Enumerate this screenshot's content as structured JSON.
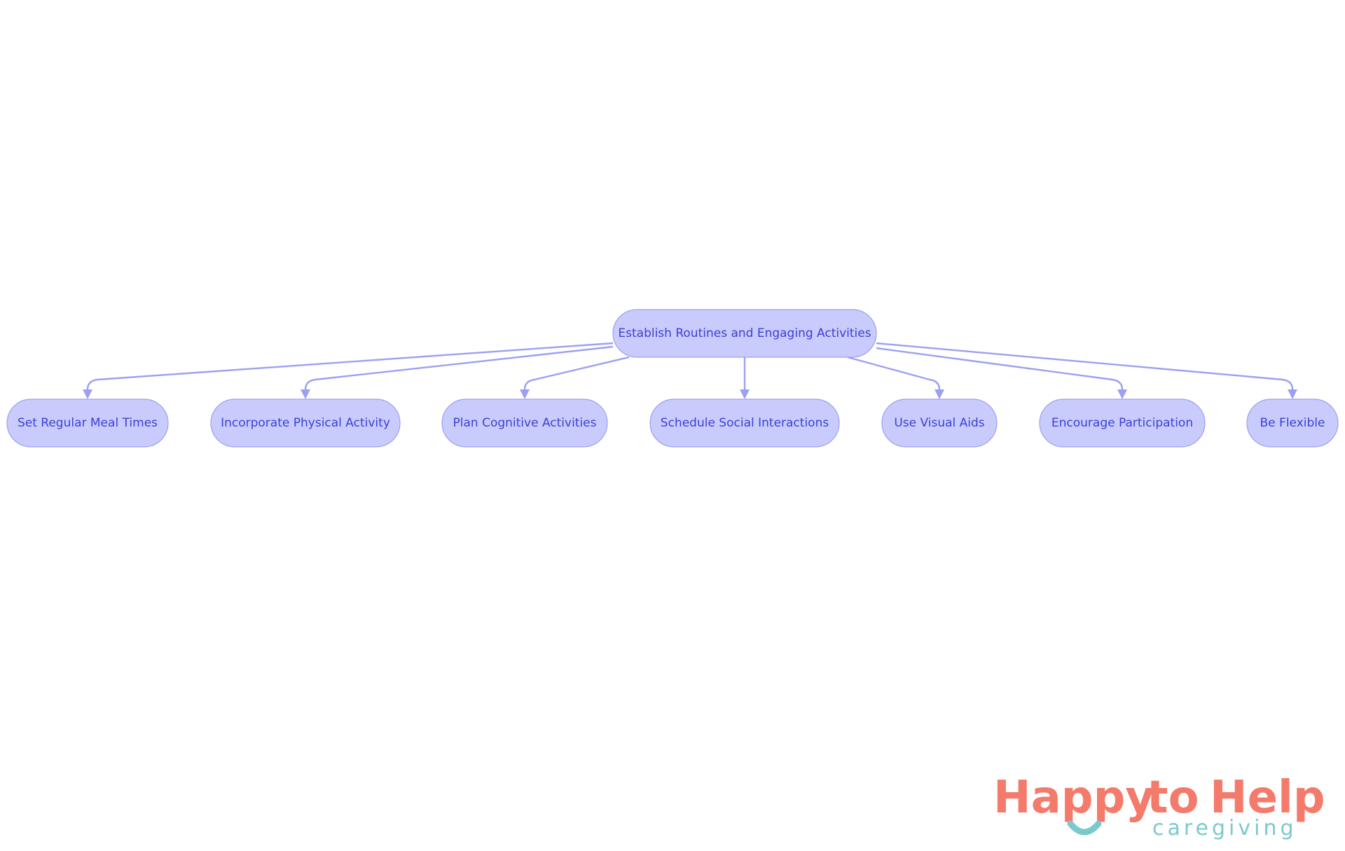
{
  "colors": {
    "node_fill": "#c9cbfd",
    "node_border": "#9da0f0",
    "node_text": "#3b3fd6",
    "edge": "#9da0f0",
    "logo_coral": "#f47a6b",
    "logo_teal": "#7cc9cc"
  },
  "diagram": {
    "type": "flowchart-tree",
    "root": {
      "label": "Establish Routines and Engaging Activities"
    },
    "children": [
      {
        "label": "Set Regular Meal Times"
      },
      {
        "label": "Incorporate Physical Activity"
      },
      {
        "label": "Plan Cognitive Activities"
      },
      {
        "label": "Schedule Social Interactions"
      },
      {
        "label": "Use Visual Aids"
      },
      {
        "label": "Encourage Participation"
      },
      {
        "label": "Be Flexible"
      }
    ]
  },
  "logo": {
    "word_happy": "Happy",
    "word_to": "to",
    "word_help": "Help",
    "tagline": "caregiving",
    "icon": "smile-icon"
  }
}
